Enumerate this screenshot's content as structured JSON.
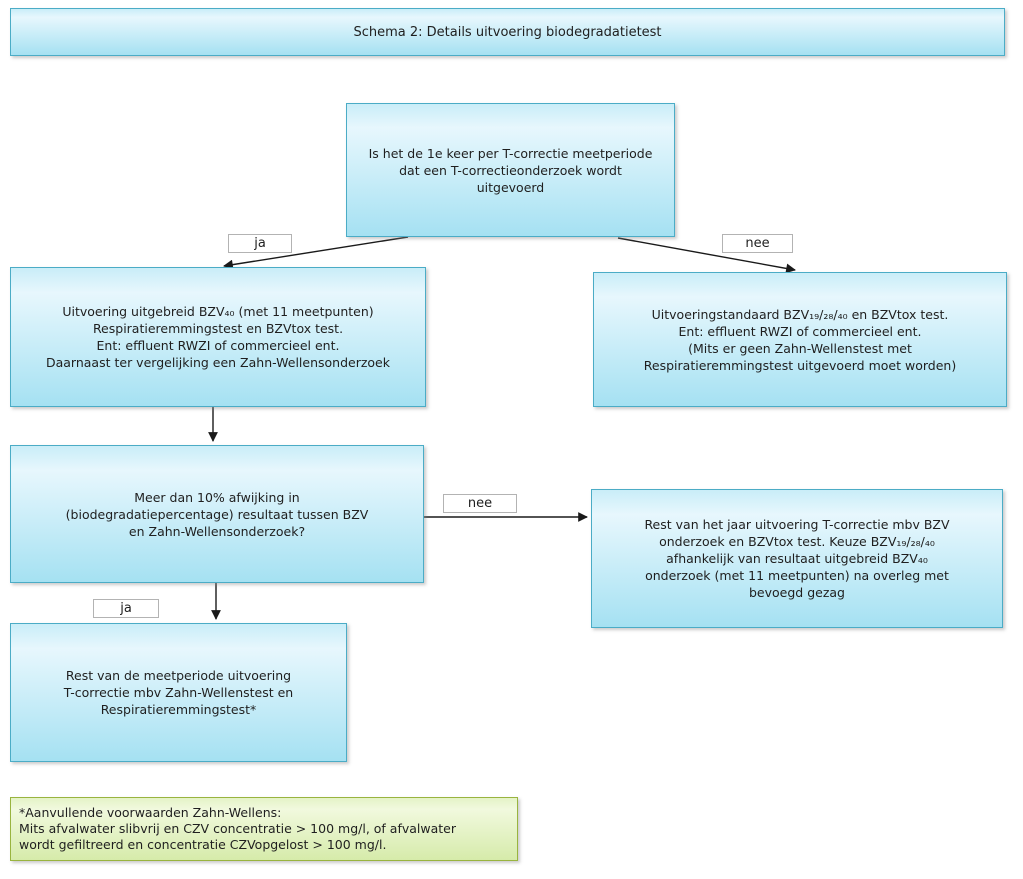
{
  "banner": {
    "title": "Schema 2: Details uitvoering biodegradatietest"
  },
  "nodes": {
    "start": {
      "lines": [
        "Is het de 1e keer per T-correctie meetperiode",
        "dat een T-correctieonderzoek wordt",
        "uitgevoerd"
      ]
    },
    "uitgebreid": {
      "lines": [
        "Uitvoering uitgebreid BZV₄₀ (met 11 meetpunten)",
        "Respiratieremmingstest en BZVtox test.",
        "Ent: effluent RWZI of commercieel ent.",
        "Daarnaast ter vergelijking een Zahn-Wellensonderzoek"
      ]
    },
    "standaard": {
      "lines": [
        "Uitvoeringstandaard BZV₁₉/₂₈/₄₀ en BZVtox test.",
        "Ent: effluent RWZI of commercieel ent.",
        "(Mits er geen Zahn-Wellenstest met",
        "Respiratieremmingstest uitgevoerd moet worden)"
      ]
    },
    "afwijking": {
      "lines": [
        "Meer dan 10% afwijking in",
        "(biodegradatiepercentage) resultaat tussen BZV",
        "en Zahn-Wellensonderzoek?"
      ]
    },
    "rest_jaar": {
      "lines": [
        "Rest van het jaar uitvoering T-correctie mbv BZV",
        "onderzoek en BZVtox test. Keuze BZV₁₉/₂₈/₄₀",
        "afhankelijk van resultaat uitgebreid BZV₄₀",
        "onderzoek (met 11 meetpunten) na overleg met",
        "bevoegd gezag"
      ]
    },
    "rest_meetperiode": {
      "lines": [
        "Rest van de meetperiode uitvoering",
        "T-correctie mbv Zahn-Wellenstest en",
        "Respiratieremmingstest*"
      ]
    }
  },
  "connectors": {
    "ja_top": "ja",
    "nee_top": "nee",
    "nee_mid": "nee",
    "ja_mid": "ja"
  },
  "note": {
    "lines": [
      "*Aanvullende voorwaarden Zahn-Wellens:",
      "Mits afvalwater slibvrij en CZV concentratie > 100 mg/l, of afvalwater",
      "wordt gefiltreerd en concentratie CZVopgelost > 100 mg/l."
    ]
  },
  "colors": {
    "box_border": "#4bacc6",
    "box_fill_top": "#c9edf8",
    "box_fill_bottom": "#a5e1f2",
    "note_border": "#99b43f",
    "note_fill_top": "#e4f3c6",
    "note_fill_bottom": "#d6ebaa",
    "label_border": "#b3b3b3",
    "arrow": "#1a1a1a"
  }
}
